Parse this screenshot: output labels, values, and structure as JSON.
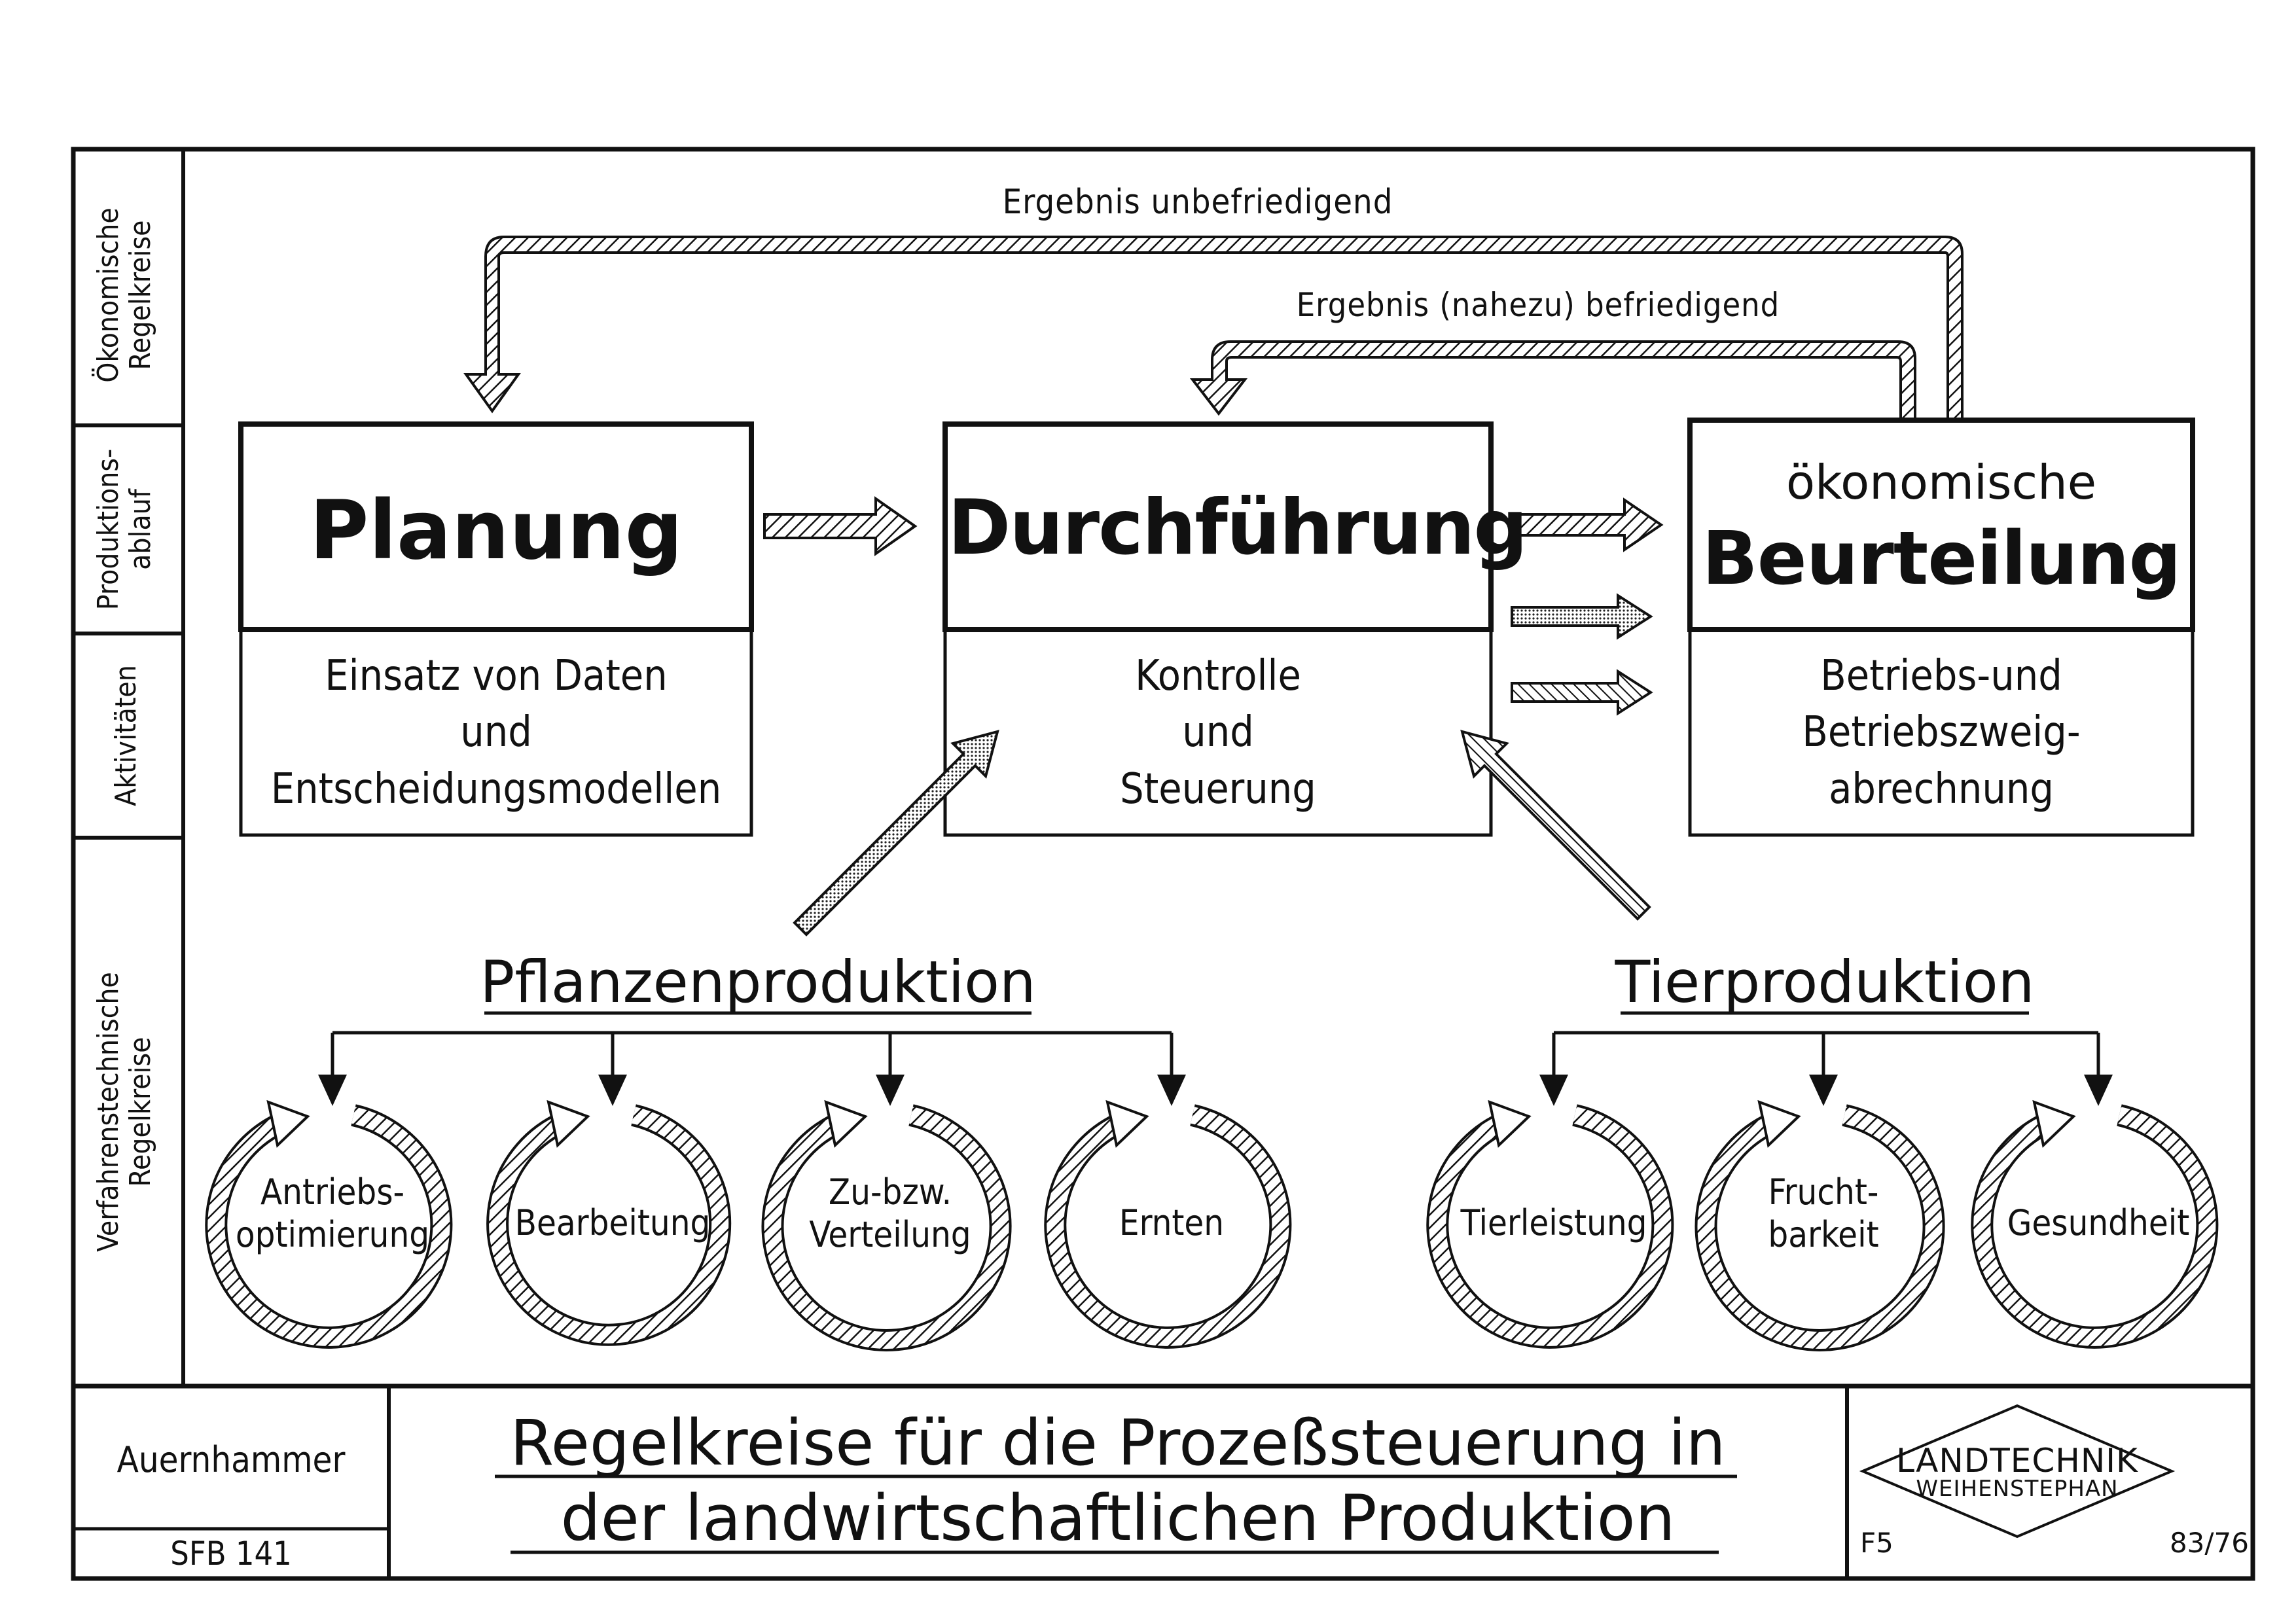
{
  "side_labels": {
    "oekonomische": [
      "Ökonomische",
      "Regelkreise"
    ],
    "produktionsablauf": [
      "Produktions-",
      "ablauf"
    ],
    "aktivitaeten": "Aktivitäten",
    "verfahrenstechnische": [
      "Verfahrenstechnische",
      "Regelkreise"
    ]
  },
  "feedback": {
    "unbefriedigend": "Ergebnis unbefriedigend",
    "befriedigend": "Ergebnis (nahezu) befriedigend"
  },
  "boxes": {
    "planung": {
      "title": "Planung",
      "activity": [
        "Einsatz von Daten",
        "und",
        "Entscheidungsmodellen"
      ]
    },
    "durchfuehrung": {
      "title": "Durchführung",
      "activity": [
        "Kontrolle",
        "und",
        "Steuerung"
      ]
    },
    "beurteilung": {
      "title_small": "ökonomische",
      "title": "Beurteilung",
      "activity": [
        "Betriebs-und",
        "Betriebszweig-",
        "abrechnung"
      ]
    }
  },
  "groups": {
    "pflanzen": {
      "title": "Pflanzenproduktion",
      "circles": [
        [
          "Antriebs-",
          "optimierung"
        ],
        [
          "Bearbeitung"
        ],
        [
          "Zu-bzw.",
          "Verteilung"
        ],
        [
          "Ernten"
        ]
      ]
    },
    "tier": {
      "title": "Tierproduktion",
      "circles": [
        [
          "Tierleistung"
        ],
        [
          "Frucht-",
          "barkeit"
        ],
        [
          "Gesundheit"
        ]
      ]
    }
  },
  "footer": {
    "author": "Auernhammer",
    "sfb": "SFB 141",
    "title": [
      "Regelkreise für die Prozeßsteuerung in",
      "der landwirtschaftlichen Produktion"
    ],
    "logo": [
      "LANDTECHNIK",
      "WEIHENSTEPHAN"
    ],
    "code_left": "F5",
    "code_right": "83/76"
  }
}
